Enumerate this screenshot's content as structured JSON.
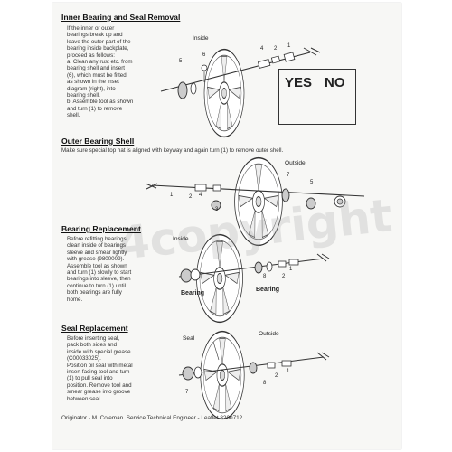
{
  "sections": {
    "s1": {
      "heading": "Inner Bearing and Seal Removal",
      "lines": [
        "If the inner or outer",
        "bearings break up and",
        "leave the outer part of the",
        "bearing inside backplate,",
        "proceed as follows:",
        "a.  Clean any rust etc. from",
        "     bearing shell and insert",
        "     (6), which must be fitted",
        "     as shown in the inset",
        "     diagram (right), into",
        "     bearing shell.",
        "b.  Assemble tool as shown",
        "     and turn (1) to remove",
        "     shell."
      ],
      "label_inside": "Inside",
      "numbers": [
        "5",
        "6",
        "4",
        "2",
        "1"
      ],
      "inset_yes": "YES",
      "inset_no": "NO"
    },
    "s2": {
      "heading": "Outer Bearing Shell",
      "text": "Make sure special top hat is aligned with keyway and again turn (1) to remove outer shell.",
      "label_outside": "Outside",
      "numbers": [
        "1",
        "2",
        "4",
        "3",
        "7",
        "5"
      ]
    },
    "s3": {
      "heading": "Bearing Replacement",
      "lines": [
        "Before refitting bearings,",
        "clean inside of bearings",
        "sleeve and smear lightly",
        "with grease (9800009).",
        "Assemble tool as shown",
        "and turn (1) slowly to start",
        "bearings into sleeve, then",
        "continue to turn (1) until",
        "both bearings are fully",
        "home."
      ],
      "label_inside": "Inside",
      "label_bearing_left": "Bearing",
      "label_bearing_right": "Bearing",
      "numbers": [
        "8",
        "2",
        "1"
      ]
    },
    "s4": {
      "heading": "Seal Replacement",
      "lines": [
        "Before inserting seal,",
        "pack both sides and",
        "inside with special grease",
        "(C00033025).",
        "Position oil seal with metal",
        "insert facing tool and turn",
        "(1) to pull seal into",
        "position. Remove tool and",
        "smear grease into groove",
        "between seal."
      ],
      "label_seal": "Seal",
      "label_outside": "Outside",
      "numbers": [
        "7",
        "8",
        "2",
        "1"
      ]
    }
  },
  "watermark": "4copyright",
  "footer": "Originator - M. Coleman. Service Technical Engineer  -  Leaflet 8200712"
}
